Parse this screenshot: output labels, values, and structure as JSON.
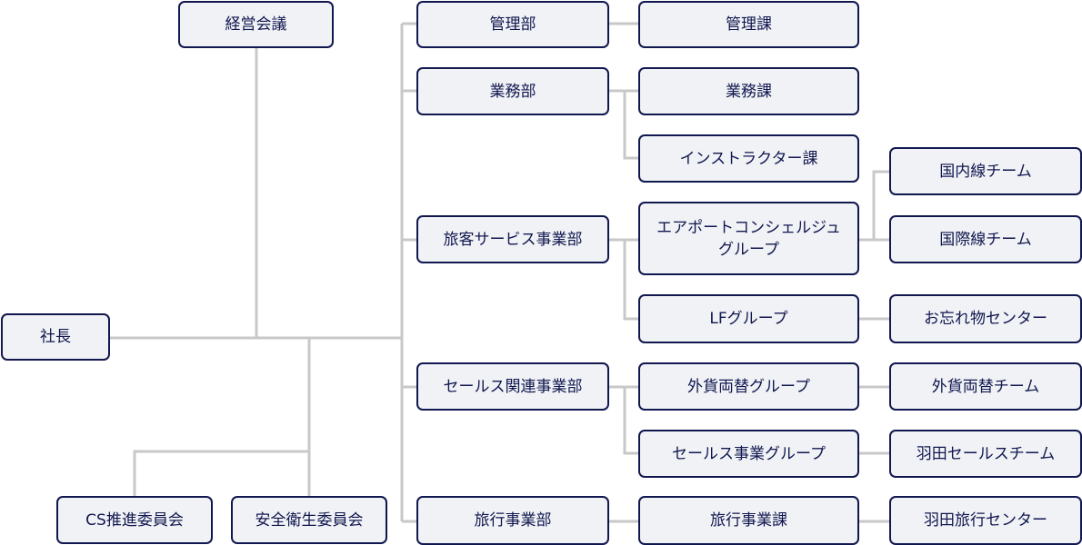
{
  "title": "組織図",
  "line_color": "#c8c8c8",
  "node_border_color": "#11174f",
  "node_fill_color": "#f0f2f5",
  "nodes": {
    "president": "社長",
    "management_council": "経営会議",
    "cs_committee": "CS推進委員会",
    "safety_committee": "安全衛生委員会",
    "admin_dept": "管理部",
    "admin_section": "管理課",
    "business_dept": "業務部",
    "business_section": "業務課",
    "instructor_section": "インストラクター課",
    "passenger_service_dept": "旅客サービス事業部",
    "airport_concierge_group": "エアポートコンシェルジュ\nグループ",
    "domestic_team": "国内線チーム",
    "international_team": "国際線チーム",
    "lf_group": "LFグループ",
    "lost_found_center": "お忘れ物センター",
    "sales_dept": "セールス関連事業部",
    "currency_exchange_group": "外貨両替グループ",
    "currency_exchange_team": "外貨両替チーム",
    "sales_business_group": "セールス事業グループ",
    "haneda_sales_team": "羽田セールスチーム",
    "travel_dept": "旅行事業部",
    "travel_section": "旅行事業課",
    "haneda_travel_center": "羽田旅行センター"
  }
}
